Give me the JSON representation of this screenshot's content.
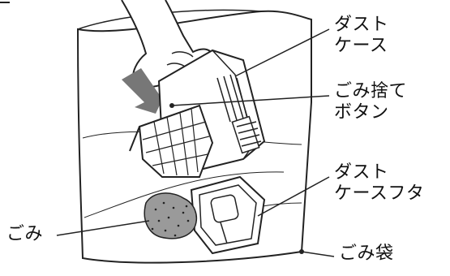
{
  "diagram": {
    "labels": {
      "dust_case": [
        "ダスト",
        "ケース"
      ],
      "dump_button": [
        "ごみ捨て",
        "ボタン"
      ],
      "dust_case_lid": [
        "ダスト",
        "ケースフタ"
      ],
      "garbage": "ごみ",
      "garbage_bag": "ごみ袋"
    },
    "arrow_color": "#777777",
    "line_color": "#222222",
    "dust_color": "#9a9a9a"
  }
}
